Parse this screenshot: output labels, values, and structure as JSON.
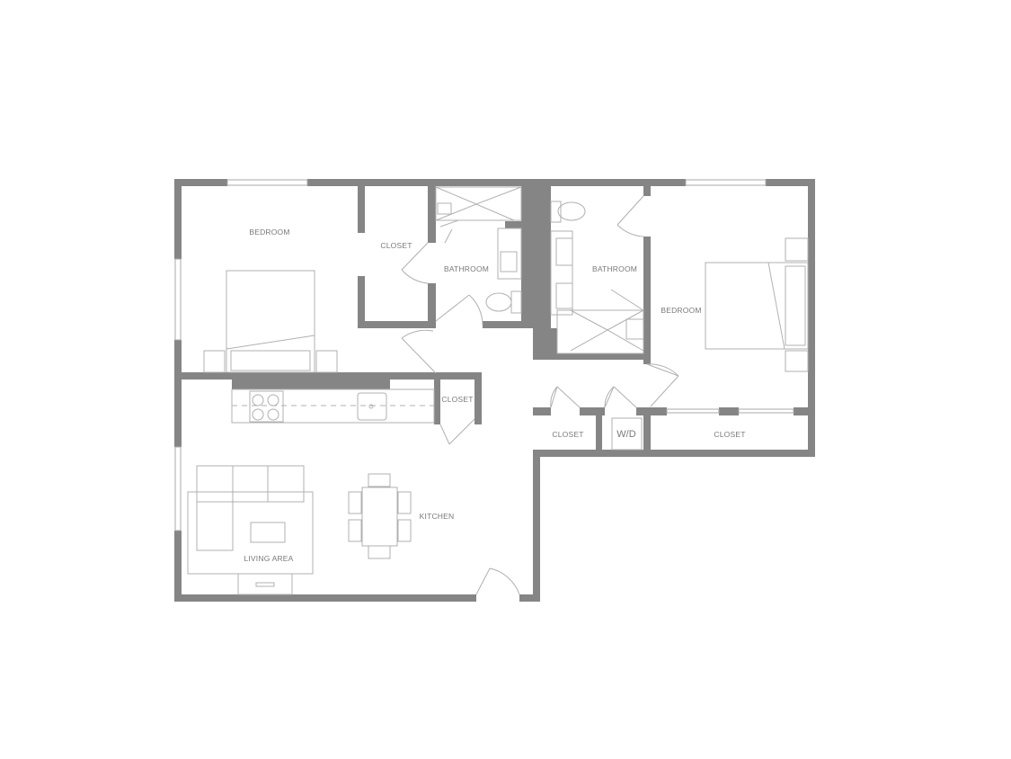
{
  "floor_plan": {
    "rooms": {
      "bedroom_left": "BEDROOM",
      "closet_left": "CLOSET",
      "bathroom_left": "BATHROOM",
      "bathroom_right": "BATHROOM",
      "bedroom_right": "BEDROOM",
      "closet_kitchen": "CLOSET",
      "closet_hall": "CLOSET",
      "washer_dryer": "W/D",
      "closet_right": "CLOSET",
      "kitchen": "KITCHEN",
      "living_area": "LIVING AREA"
    },
    "colors": {
      "wall": "#858585",
      "fixture": "#b0b0b0",
      "label": "#7a7a7a"
    }
  }
}
